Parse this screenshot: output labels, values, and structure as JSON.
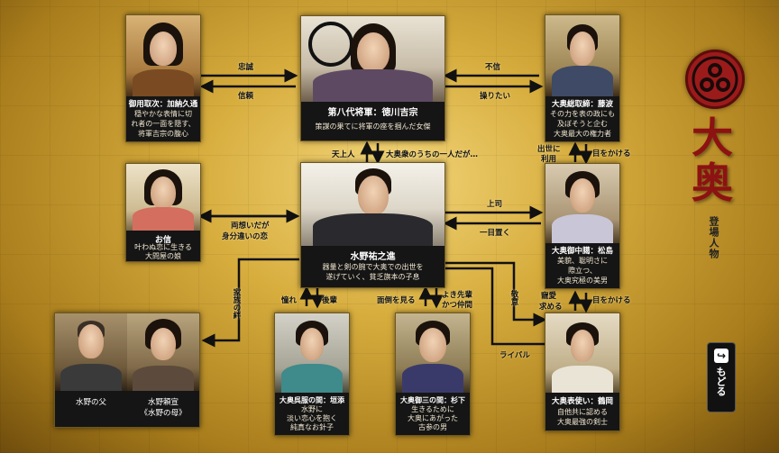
{
  "title_chars": [
    "大",
    "奥"
  ],
  "subtitle": "登場人物",
  "back_label": "もどる",
  "back_arrow": "↪",
  "chars": {
    "yoshimune": {
      "name": "第八代将軍：徳川吉宗",
      "desc": [
        "策謀の果てに将軍の座を掴んだ女傑"
      ]
    },
    "kanou": {
      "name": "御用取次：加納久通",
      "desc": [
        "穏やかな表情に切",
        "れ者の一面を隠す、",
        "将軍吉宗の腹心"
      ]
    },
    "fujinami": {
      "name": "大奥総取締：藤波",
      "desc": [
        "その力を表の政にも",
        "及ぼそうと企む",
        "大奥最大の権力者"
      ]
    },
    "onobu": {
      "name": "お信",
      "desc": [
        "叶わぬ恋に生きる",
        "大問屋の娘"
      ]
    },
    "mizuno": {
      "name": "水野祐之進",
      "desc": [
        "器量と剣の腕で大奥での出世を",
        "遂げていく、貧乏旗本の子息"
      ]
    },
    "matsushima": {
      "name": "大奥御中臈：松島",
      "desc": [
        "美貌、聡明さに",
        "際立つ、",
        "大奥究極の美男"
      ]
    },
    "father": {
      "name": "水野の父"
    },
    "mother": {
      "name": "水野頼宣",
      "name2": "《水野の母》"
    },
    "kakizoe": {
      "name": "大奥呉服の間：垣添",
      "desc": [
        "水野に",
        "淡い恋心を抱く",
        "純真なお針子"
      ]
    },
    "sugishita": {
      "name": "大奥御三の間：杉下",
      "desc": [
        "生きるために",
        "大奥にあがった",
        "古参の男"
      ]
    },
    "tsuruoka": {
      "name": "大奥表使い：鶴岡",
      "desc": [
        "自他共に認める",
        "大奥最強の剣士"
      ]
    }
  },
  "relations": {
    "chuusei": "忠誠",
    "shinrai": "信頼",
    "fushin": "不信",
    "ayatsuritai": "操りたい",
    "tenjou": "天上人",
    "oku_dakedo": "大奥衆のうちの一人だが…",
    "shusse": "出世に",
    "riyou": "利用",
    "me_kakeru_1": "目をかける",
    "joushi": "上司",
    "ichimoku": "一目置く",
    "ryouomoi_1": "両想いだが",
    "ryouomoi_2": "身分違いの恋",
    "kazoku": "家族の絆",
    "akogare": "憧れ",
    "kouhai": "後輩",
    "mendou": "面倒を見る",
    "yoki_1": "よき先輩",
    "yoki_2": "かつ仲間",
    "keii": "敬意",
    "chouai_1": "寵愛",
    "chouai_2": "求める",
    "me_kakeru_2": "目をかける",
    "raibaru": "ライバル"
  },
  "colors": {
    "crest": "#9b1b1b",
    "title": "#8d1212"
  }
}
